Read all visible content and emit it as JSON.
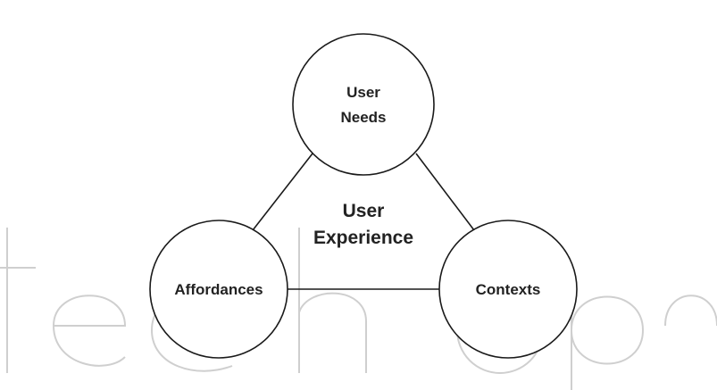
{
  "diagram": {
    "nodes": {
      "top": {
        "line1": "User",
        "line2": "Needs"
      },
      "left": {
        "label": "Affordances"
      },
      "right": {
        "label": "Contexts"
      }
    },
    "center": {
      "line1": "User",
      "line2": "Experience"
    },
    "colors": {
      "stroke": "#1a1a1a",
      "text": "#222222",
      "watermark": "#cfcfcf"
    }
  },
  "watermark": {
    "text": "IntechOpen"
  }
}
